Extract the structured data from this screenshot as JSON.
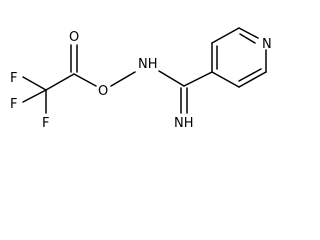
{
  "structure": {
    "atoms": {
      "f1": "F",
      "f2": "F",
      "f3": "F",
      "o_carbonyl": "O",
      "o_ester": "O",
      "nh": "NH",
      "n_ring": "N",
      "nh_imine": "NH"
    },
    "colors": {
      "bond": "#000000",
      "label": "#000000",
      "background": "#ffffff"
    }
  }
}
